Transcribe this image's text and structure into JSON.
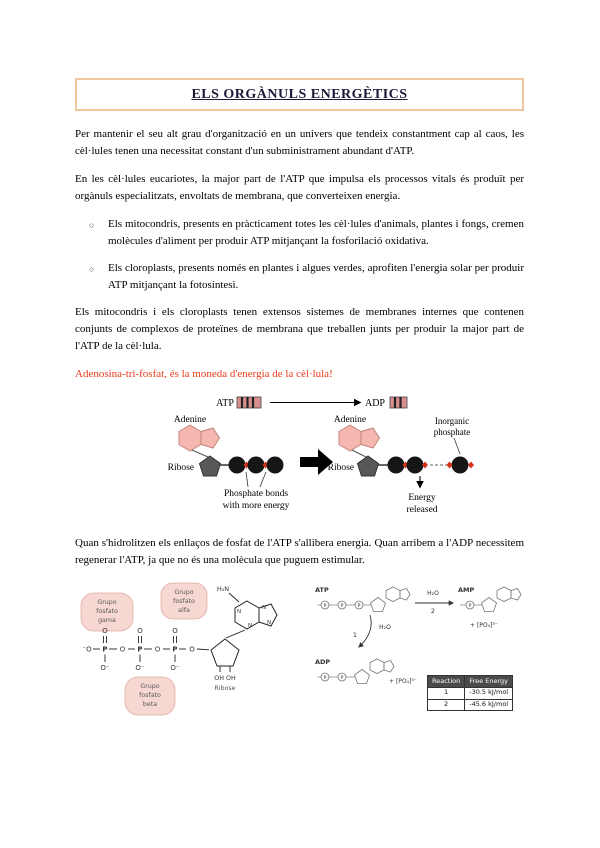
{
  "doc": {
    "title": "ELS ORGÀNULS ENERGÈTICS",
    "bullet_marker": "○",
    "paragraphs": {
      "p1": "Per mantenir el seu alt grau d'organització en un univers que tendeix constantment cap al caos, les cèl·lules tenen una necessitat constant d'un subministrament abundant d'ATP.",
      "p2": "En les cèl·lules eucariotes, la major part de l'ATP que impulsa els processos vitals és produït per orgànuls especialitzats, envoltats de membrana, que converteixen energia.",
      "bullet1": "Els mitocondris, presents en pràcticament totes les cèl·lules d'animals, plantes i fongs, cremen molècules d'aliment per produir ATP mitjançant la fosforilació oxidativa.",
      "bullet2": "Els cloroplasts, presents només en plantes i algues verdes, aprofiten l'energia solar per produir ATP mitjançant la fotosíntesi.",
      "p3": "Els mitocondris i els cloroplasts tenen extensos sistemes de membranes internes que contenen conjunts de complexos de proteïnes de membrana que treballen junts per produir la major part de l'ATP de la cèl·lula.",
      "highlight": "Adenosina-tri-fosfat, és la moneda d'energia de la cèl·lula!",
      "p4": "Quan s'hidrolitzen els enllaços de fosfat de l'ATP s'allibera energia. Quan arribem a l'ADP necessitem regenerar l'ATP, ja que no és una molècula que puguem estimular."
    }
  },
  "figure1": {
    "atp": "ATP",
    "adp": "ADP",
    "adenine": "Adenine",
    "ribose": "Ribose",
    "inorganic_1": "Inorganic",
    "inorganic_2": "phosphate",
    "bonds_1": "Phosphate bonds",
    "bonds_2": "with more energy",
    "energy_1": "Energy",
    "energy_2": "released"
  },
  "figure2": {
    "grupo_gama": [
      "Grupo",
      "fosfato",
      "gama"
    ],
    "grupo_alfa": [
      "Grupo",
      "fosfato",
      "alfa"
    ],
    "grupo_beta": [
      "Grupo",
      "fosfato",
      "beta"
    ],
    "h2n": "H₂N",
    "oh_oh": "OH OH",
    "ribose": "Ribose",
    "atp": "ATP",
    "adp": "ADP",
    "amp": "AMP",
    "h2o": "H₂O",
    "step1": "1",
    "step2": "2",
    "po4": "+ [PO₄]³⁻",
    "atoms": {
      "p": "P",
      "o": "O",
      "o_minus": "O⁻",
      "minus_o": "⁻O",
      "n": "N"
    },
    "table": {
      "header": [
        "Reaction",
        "Free Energy"
      ],
      "rows": [
        {
          "reaction": "1",
          "energy": "-30.5 kJ/mol"
        },
        {
          "reaction": "2",
          "energy": "-45.6 kJ/mol"
        }
      ]
    }
  },
  "colors": {
    "title_border": "#f2c69e",
    "highlight_text": "#e83c1a",
    "adenine_fill": "#f4b8b0",
    "bond_dot": "#d23318"
  }
}
